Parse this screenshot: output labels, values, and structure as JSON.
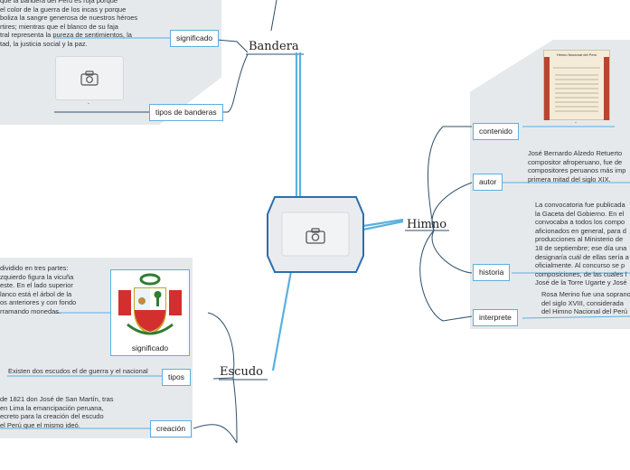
{
  "central": {
    "icon": "camera-icon"
  },
  "topics": {
    "bandera": "Bandera",
    "himno": "Himno",
    "escudo": "Escudo"
  },
  "bandera": {
    "significado_text": "que la bandera del Perú es roja porque\nel color de la guerra de los incas y porque\nboliza la sangre generosa de nuestros héroes\nrtires; mientras que el blanco de su faja\ntral representa la pureza de sentimientos, la\ntad, la justicia social y la paz.",
    "significado_label": "significado",
    "tipos_label": "tipos de banderas",
    "image_caption": "."
  },
  "himno": {
    "image_title": "Himno Nacional del Perú",
    "image_caption": ".",
    "contenido_label": "contenido",
    "autor_label": "autor",
    "autor_text": "José Bernardo Alzedo Retuerto\ncompositor afroperuano, fue de\ncompositores peruanos más imp\nprimera mitad del siglo XIX.",
    "historia_label": "historia",
    "historia_text": "La convocatoria fue publicada\nla Gaceta del Gobierno. En el\nconvocaba a todos los compo\naficionados en general, para d\nproducciones al Ministerio de\n18 de septiembre; ese día una\ndesignaría cuál de ellas sería a\noficialmente. Al concurso se p\ncomposiciones, de las cuales l\nJosé de la Torre Ugarte y José",
    "interprete_label": "interprete",
    "interprete_text": "Rosa Merino fue una soprano\ndel siglo XVIII, considerada\ndel Himno Nacional del Perú"
  },
  "escudo": {
    "significado_text": "dividido en tres partes:\nzquierdo figura la vicuña\neste. En el lado superior\nlanco está el árbol de la\nos anteriores y con fondo\nrramando monedas.",
    "significado_label": "significado",
    "tipos_label": "tipos",
    "tipos_text": "Existen dos escudos el de  guerra y el nacional",
    "creacion_label": "creación",
    "creacion_text": "de 1821 don José de San Martín, tras\nen Lima la emancipación peruana,\necreto para la creación del escudo\nel Perú que el mismo ideó."
  },
  "colors": {
    "line": "#2f4f6b",
    "accent": "#5bb0df",
    "central_border": "#2a6fb0",
    "panel": "#e6e9ec"
  }
}
